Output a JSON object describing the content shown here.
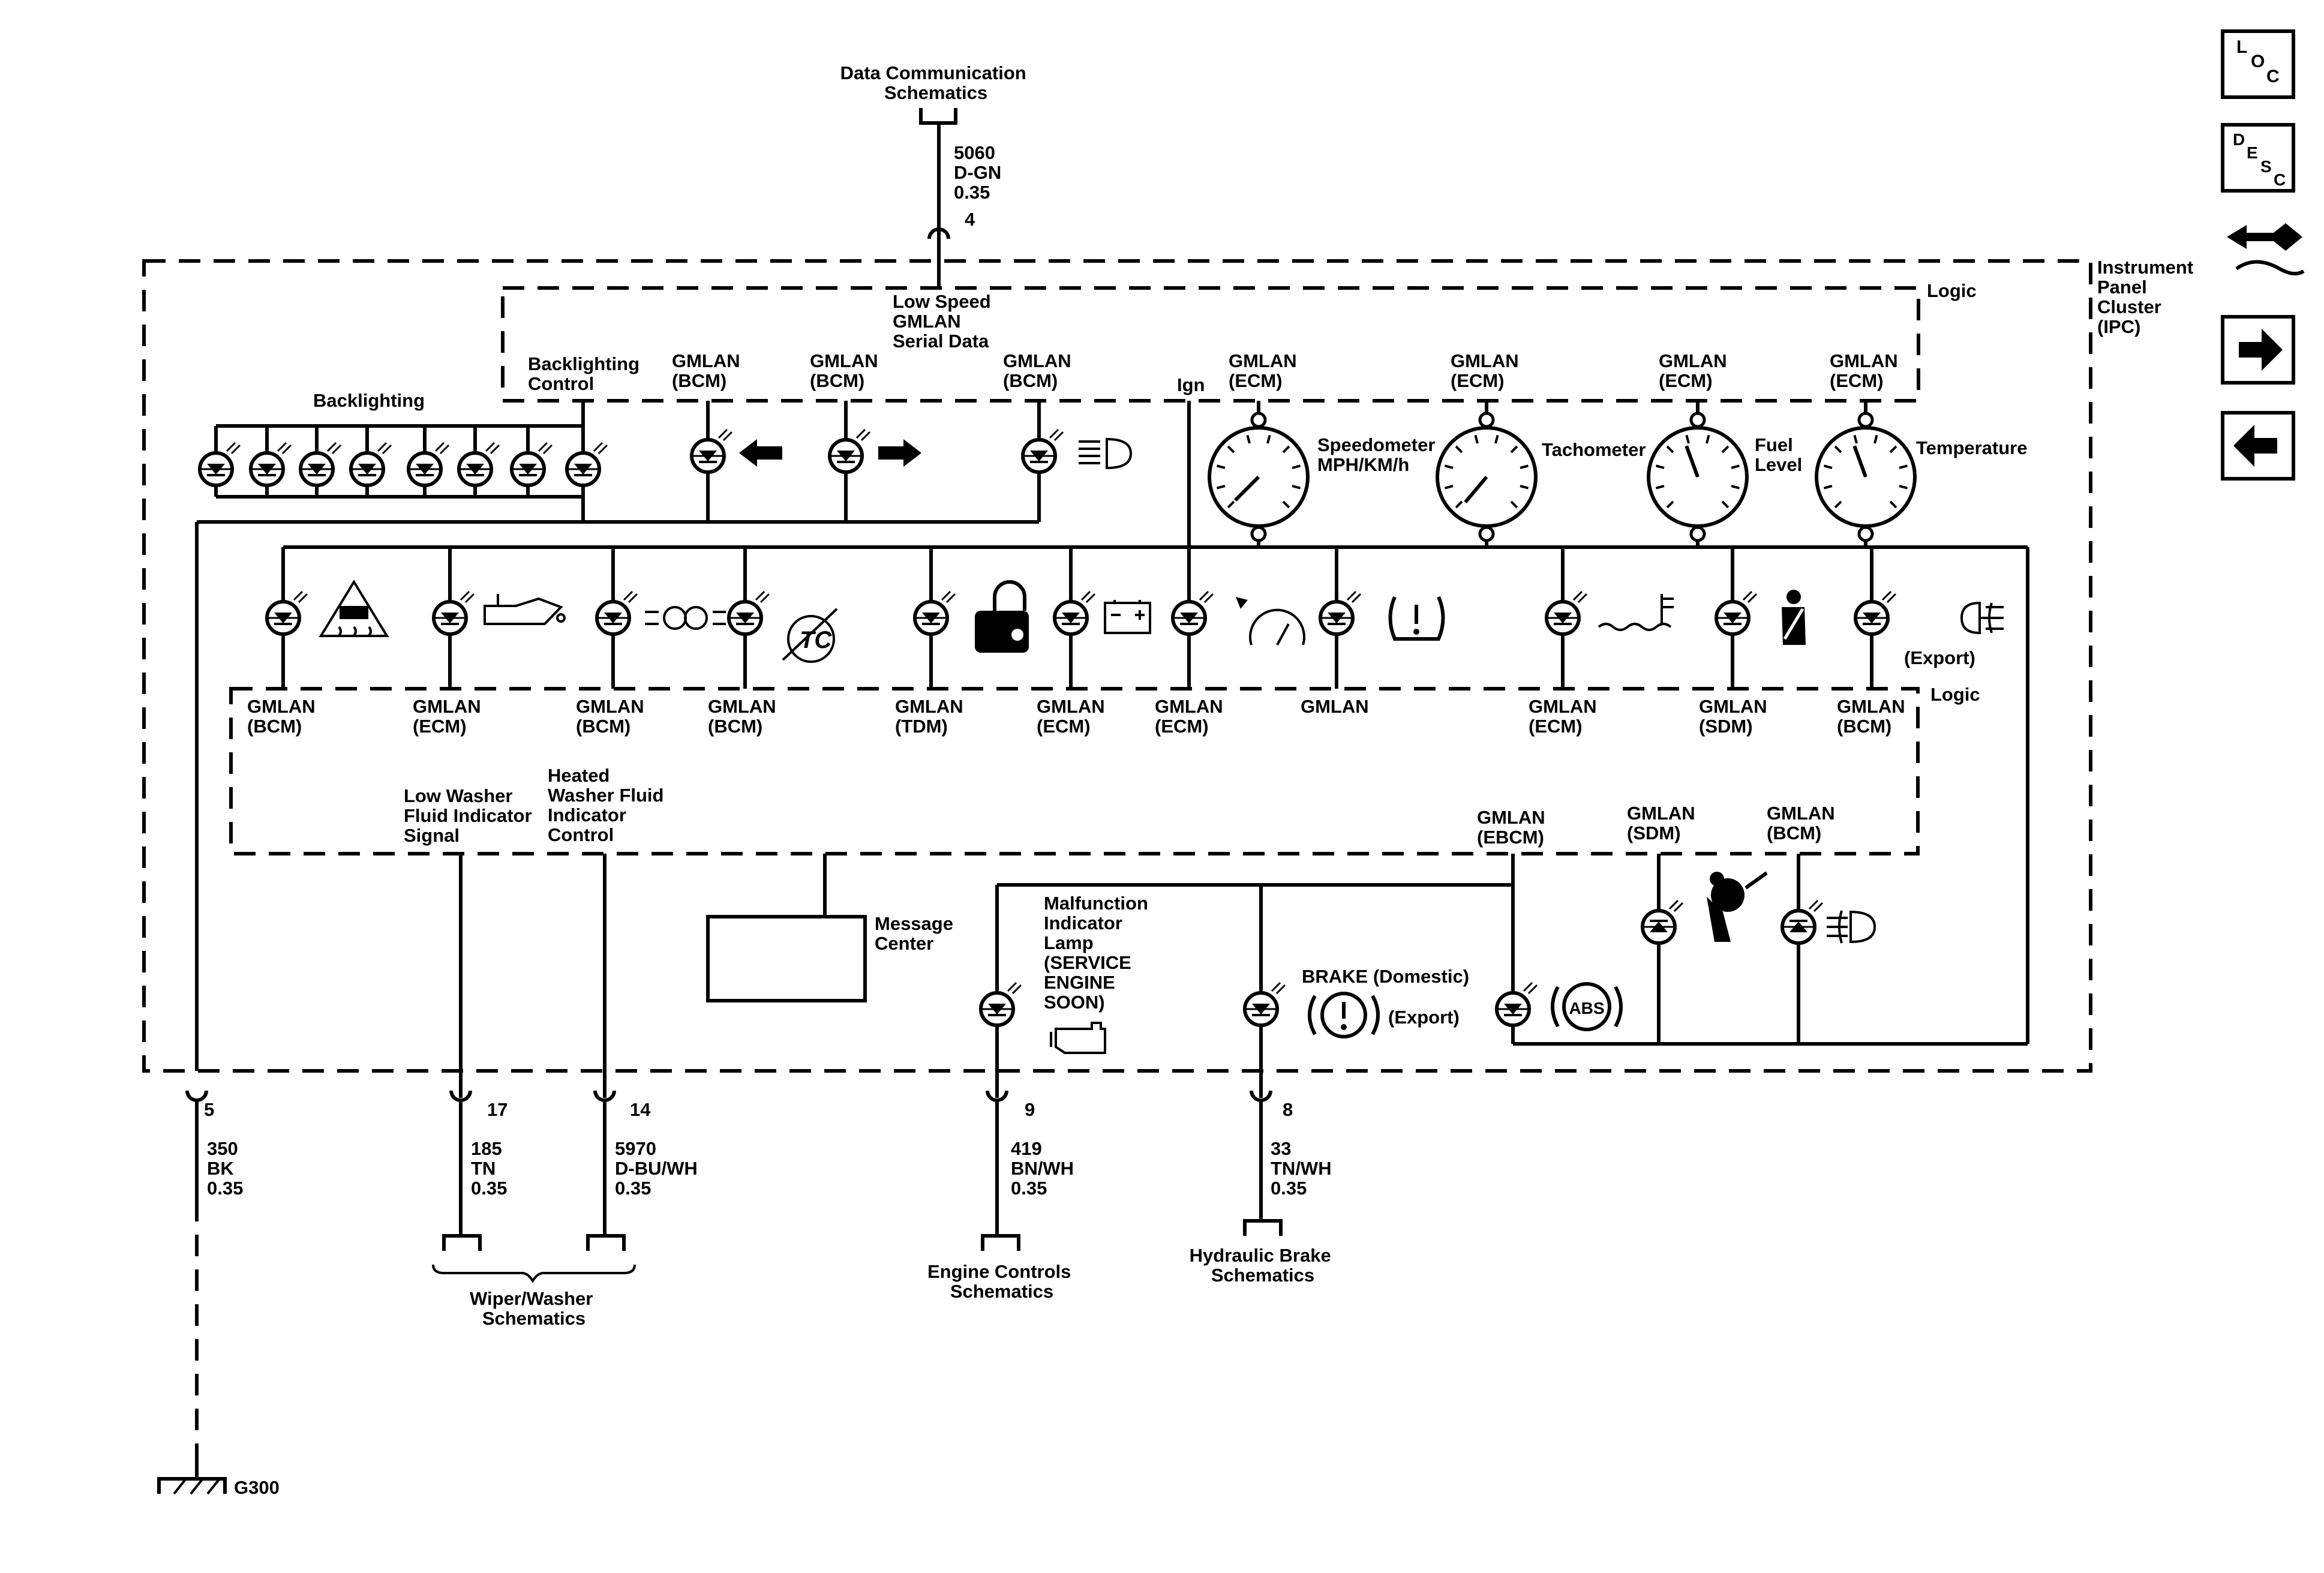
{
  "top": {
    "data_comm_schematic": [
      "Data Communication",
      "Schematics"
    ],
    "wire_top": [
      "5060",
      "D-GN",
      "0.35"
    ],
    "pin_top": "4"
  },
  "module": {
    "name": [
      "Instrument",
      "Panel",
      "Cluster",
      "(IPC)"
    ],
    "logic_top": "Logic",
    "logic_bottom": "Logic",
    "low_speed": [
      "Low Speed",
      "GMLAN",
      "Serial Data"
    ],
    "backlighting_control": [
      "Backlighting",
      "Control"
    ],
    "backlighting": "Backlighting",
    "ign": "Ign",
    "message_center": [
      "Message",
      "Center"
    ]
  },
  "upper_sources": {
    "turn_left": [
      "GMLAN",
      "(BCM)"
    ],
    "turn_right": [
      "GMLAN",
      "(BCM)"
    ],
    "high_beam": [
      "GMLAN",
      "(BCM)"
    ],
    "speedometer": [
      "GMLAN",
      "(ECM)"
    ],
    "tachometer": [
      "GMLAN",
      "(ECM)"
    ],
    "fuel": [
      "GMLAN",
      "(ECM)"
    ],
    "temperature": [
      "GMLAN",
      "(ECM)"
    ]
  },
  "gauges": {
    "speedometer": [
      "Speedometer",
      "MPH/KM/h"
    ],
    "tachometer": "Tachometer",
    "fuel": [
      "Fuel",
      "Level"
    ],
    "temperature": "Temperature"
  },
  "indicator_sources": [
    [
      "GMLAN",
      "(BCM)"
    ],
    [
      "GMLAN",
      "(ECM)"
    ],
    [
      "GMLAN",
      "(BCM)"
    ],
    [
      "GMLAN",
      "(BCM)"
    ],
    [
      "GMLAN",
      "(TDM)"
    ],
    [
      "GMLAN",
      "(ECM)"
    ],
    [
      "GMLAN",
      "(ECM)"
    ],
    [
      "GMLAN"
    ],
    [
      "GMLAN",
      "(ECM)"
    ],
    [
      "GMLAN",
      "(SDM)"
    ],
    [
      "GMLAN",
      "(BCM)"
    ]
  ],
  "indicator_notes": {
    "rear_fog_export": "(Export)"
  },
  "washer": {
    "low_washer": [
      "Low Washer",
      "Fluid Indicator",
      "Signal"
    ],
    "heated_washer": [
      "Heated",
      "Washer Fluid",
      "Indicator",
      "Control"
    ]
  },
  "lower_sources": {
    "abs": [
      "GMLAN",
      "(EBCM)"
    ],
    "airbag": [
      "GMLAN",
      "(SDM)"
    ],
    "front_fog": [
      "GMLAN",
      "(BCM)"
    ]
  },
  "lamps": {
    "mil": [
      "Malfunction",
      "Indicator",
      "Lamp",
      "(SERVICE",
      "ENGINE",
      "SOON)"
    ],
    "brake": "BRAKE (Domestic)",
    "brake_export": "(Export)",
    "abs_text": "ABS"
  },
  "connectors": {
    "ground": {
      "pin": "5",
      "wire": [
        "350",
        "BK",
        "0.35"
      ],
      "ground_id": "G300"
    },
    "low_washer": {
      "pin": "17",
      "wire": [
        "185",
        "TN",
        "0.35"
      ]
    },
    "heated_washer": {
      "pin": "14",
      "wire": [
        "5970",
        "D-BU/WH",
        "0.35"
      ]
    },
    "mil": {
      "pin": "9",
      "wire": [
        "419",
        "BN/WH",
        "0.35"
      ]
    },
    "brake": {
      "pin": "8",
      "wire": [
        "33",
        "TN/WH",
        "0.35"
      ]
    }
  },
  "bottom_schematics": {
    "wiper": [
      "Wiper/Washer",
      "Schematics"
    ],
    "engine": [
      "Engine Controls",
      "Schematics"
    ],
    "hydraulic": [
      "Hydraulic Brake",
      "Schematics"
    ]
  },
  "nav": {
    "loc": [
      "L",
      "O",
      "C"
    ],
    "desc": [
      "D",
      "E",
      "S",
      "C"
    ]
  }
}
